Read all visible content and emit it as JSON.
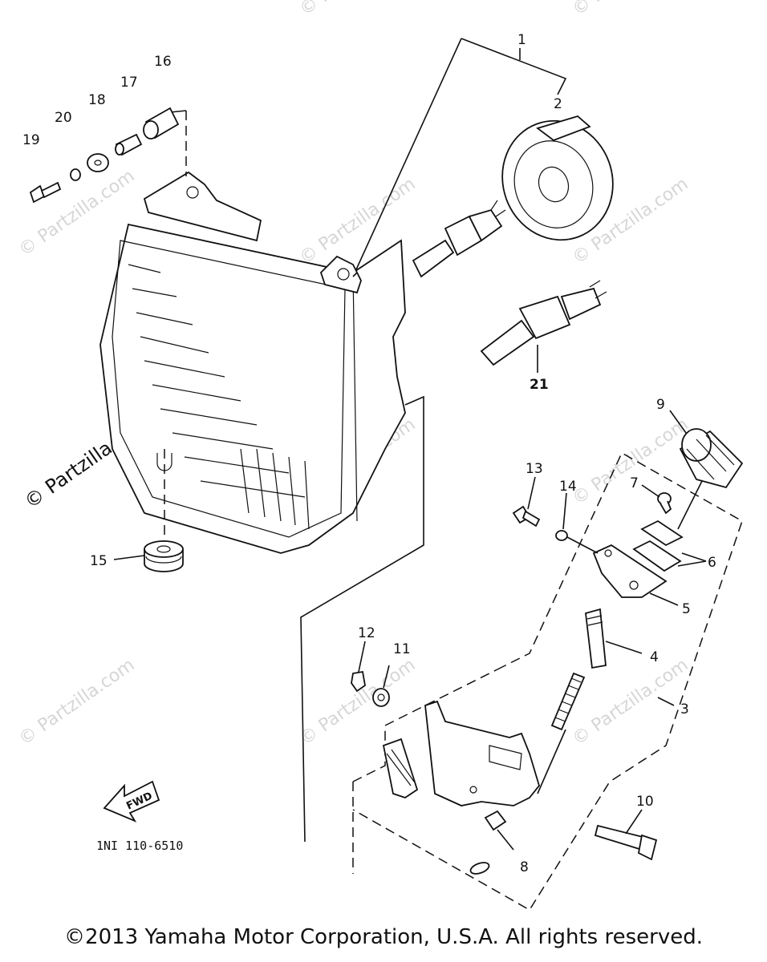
{
  "watermark": "© Partzilla.com",
  "callouts": {
    "c1": "1",
    "c2": "2",
    "c3": "3",
    "c4": "4",
    "c5": "5",
    "c6": "6",
    "c7": "7",
    "c8": "8",
    "c9": "9",
    "c10": "10",
    "c11": "11",
    "c12": "12",
    "c13": "13",
    "c14": "14",
    "c15": "15",
    "c16": "16",
    "c17": "17",
    "c18": "18",
    "c19": "19",
    "c20": "20",
    "c21": "21"
  },
  "fwd_label": "FWD",
  "diagram_code": "1NI 110-6510",
  "copyright": "©2013 Yamaha Motor Corporation, U.S.A. All rights reserved."
}
